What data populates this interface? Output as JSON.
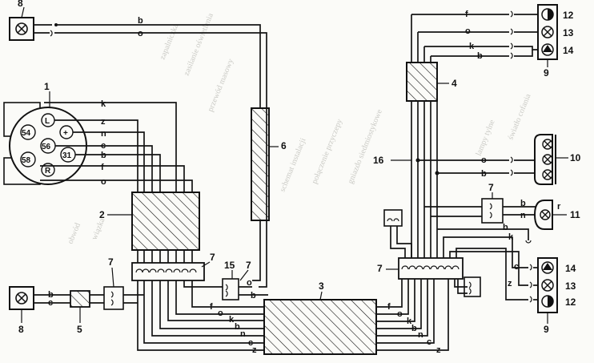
{
  "components": {
    "c1": "1",
    "c2": "2",
    "c3": "3",
    "c4": "4",
    "c5": "5",
    "c6": "6",
    "c7": "7",
    "c8": "8",
    "c9": "9",
    "c10": "10",
    "c11": "11",
    "c12": "12",
    "c13": "13",
    "c14": "14",
    "c15": "15",
    "c16": "16"
  },
  "socket_pins": {
    "L": "L",
    "plus": "+",
    "p54": "54",
    "p56": "56",
    "p31": "31",
    "p58": "58",
    "R": "R"
  },
  "wires": {
    "b": "b",
    "o": "o",
    "k": "k",
    "z": "z",
    "n": "n",
    "c": "c",
    "f": "f",
    "r": "r"
  }
}
